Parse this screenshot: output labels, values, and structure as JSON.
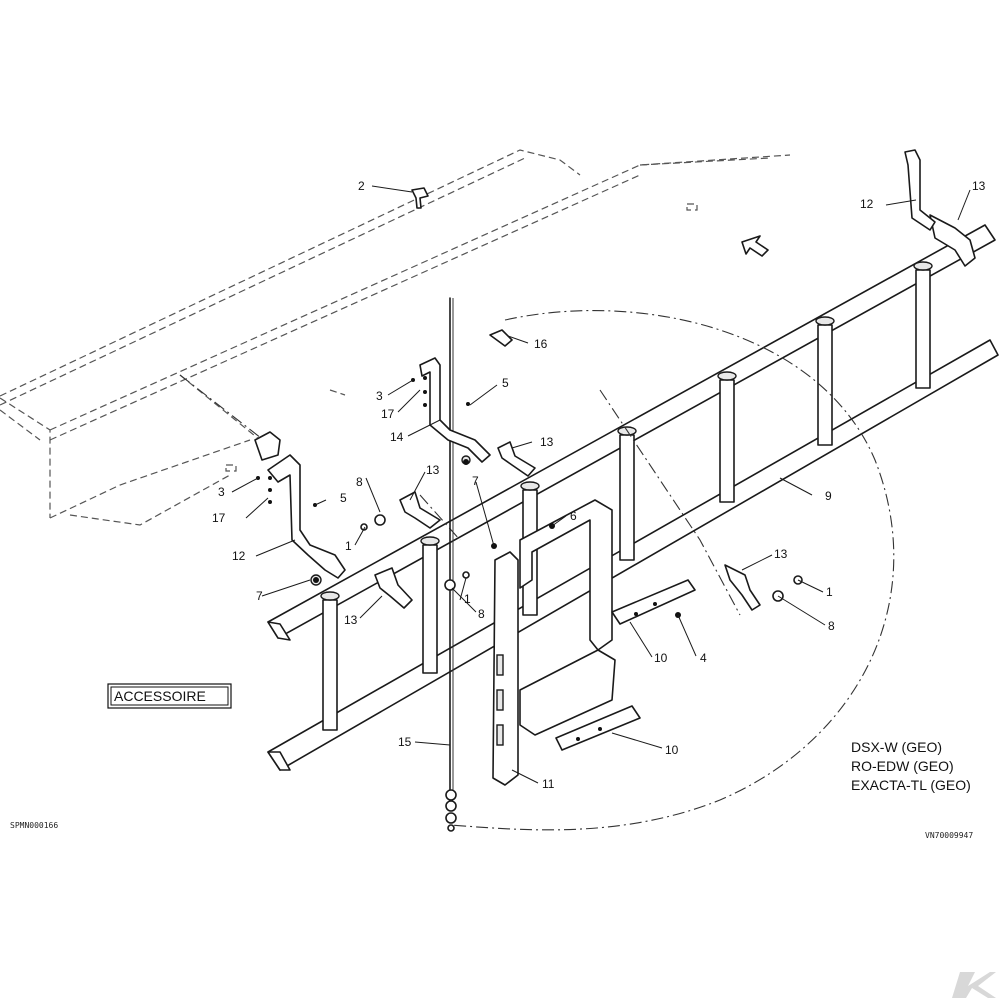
{
  "accessory_label": "ACCESSOIRE",
  "model_lines": [
    "DSX-W (GEO)",
    "RO-EDW (GEO)",
    "EXACTA-TL (GEO)"
  ],
  "drawing_code_left": "SPMN000166",
  "drawing_code_right": "VN70009947",
  "callouts": {
    "c1": "1",
    "c2": "1",
    "c3": "1",
    "c4": "2",
    "c5": "3",
    "c6": "3",
    "c7": "4",
    "c8": "5",
    "c9": "5",
    "c10": "6",
    "c11": "7",
    "c12": "7",
    "c13": "8",
    "c14": "8",
    "c15": "8",
    "c16": "9",
    "c17": "10",
    "c18": "10",
    "c19": "11",
    "c20": "12",
    "c21": "12",
    "c22": "13",
    "c23": "13",
    "c24": "13",
    "c25": "13",
    "c26": "13",
    "c27": "14",
    "c28": "15",
    "c29": "16",
    "c30": "17",
    "c31": "17"
  },
  "icons": {
    "arrow": "direction-arrow-icon",
    "logo": "brand-logo-icon"
  }
}
